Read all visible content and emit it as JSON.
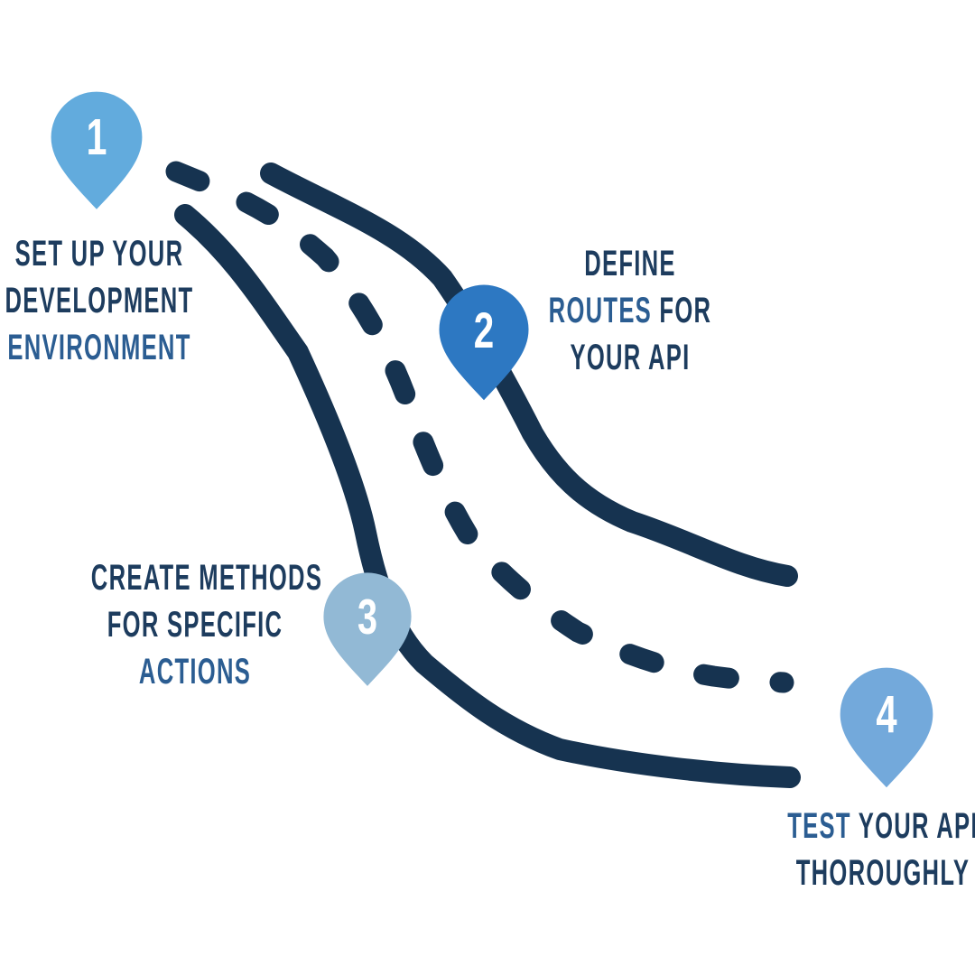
{
  "palette": {
    "background": "#ffffff",
    "road": "#163350",
    "text_navy": "#1d3c5e",
    "text_blue": "#2b5d92",
    "pin_number_color": "#ffffff"
  },
  "icons": {
    "pin": "map-pin-icon"
  },
  "diagram": {
    "steps": [
      {
        "number": "1",
        "pin_color": "#62abdd",
        "label_lines": [
          [
            {
              "text": "SET UP YOUR",
              "color": "navy"
            }
          ],
          [
            {
              "text": "DEVELOPMENT",
              "color": "navy"
            }
          ],
          [
            {
              "text": "ENVIRONMENT",
              "color": "blue"
            }
          ]
        ]
      },
      {
        "number": "2",
        "pin_color": "#2d78c2",
        "label_lines": [
          [
            {
              "text": "DEFINE",
              "color": "navy"
            }
          ],
          [
            {
              "text": "ROUTES ",
              "color": "blue"
            },
            {
              "text": "FOR",
              "color": "navy"
            }
          ],
          [
            {
              "text": "YOUR API",
              "color": "navy"
            }
          ]
        ]
      },
      {
        "number": "3",
        "pin_color": "#92b9d5",
        "label_lines": [
          [
            {
              "text": "CREATE METHODS",
              "color": "navy"
            }
          ],
          [
            {
              "text": "FOR SPECIFIC",
              "color": "navy"
            }
          ],
          [
            {
              "text": "ACTIONS",
              "color": "blue"
            }
          ]
        ]
      },
      {
        "number": "4",
        "pin_color": "#73a9db",
        "label_lines": [
          [
            {
              "text": "TEST ",
              "color": "blue"
            },
            {
              "text": "YOUR API",
              "color": "navy"
            }
          ],
          [
            {
              "text": "THOROUGHLY",
              "color": "navy"
            }
          ]
        ]
      }
    ]
  }
}
